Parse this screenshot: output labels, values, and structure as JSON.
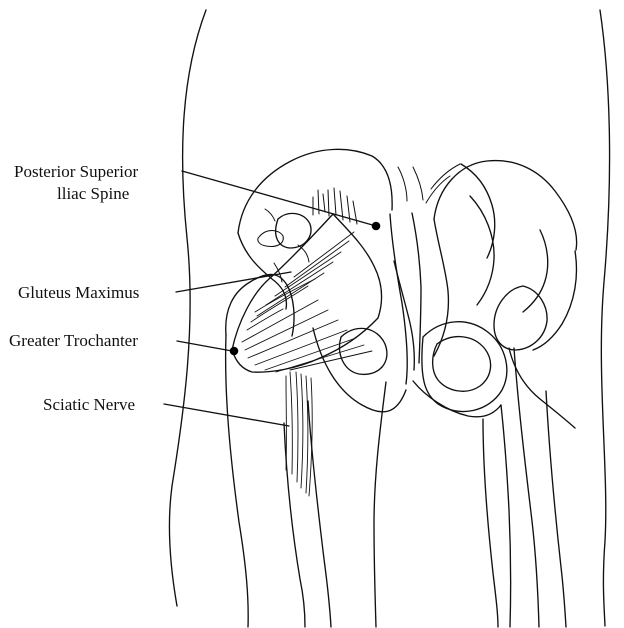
{
  "labels": {
    "psis_line1": "Posterior Superior",
    "psis_line2": "lliac Spine",
    "gluteus": "Gluteus Maximus",
    "trochanter": "Greater Trochanter",
    "sciatic": "Sciatic Nerve"
  },
  "icons": {
    "psis_marker": "black-dot",
    "trochanter_marker": "black-dot"
  },
  "colors": {
    "ink": "#111111",
    "background": "#ffffff"
  }
}
